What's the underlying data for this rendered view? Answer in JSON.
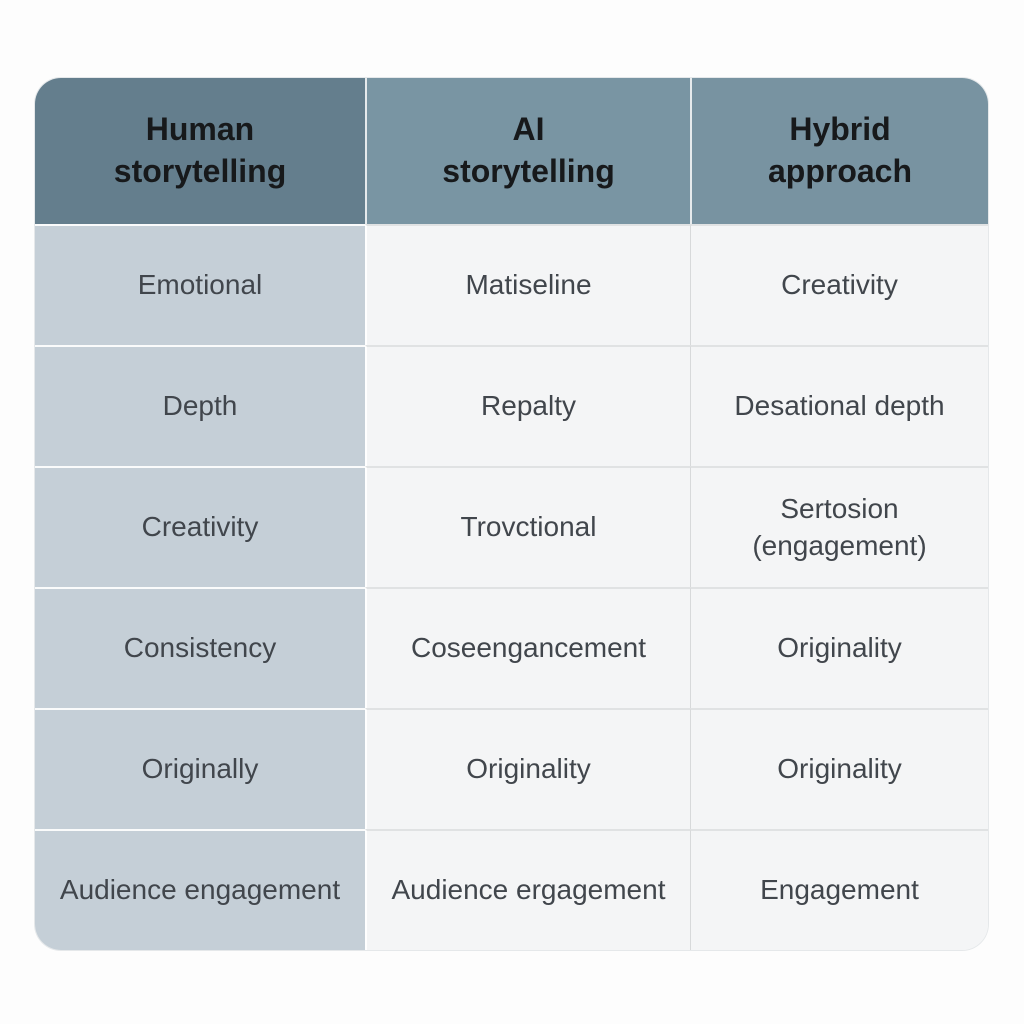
{
  "chart_data": {
    "type": "table",
    "title": "Human vs AI vs Hybrid storytelling comparison table",
    "columns": [
      "Human\nstorytelling",
      "AI\nstorytelling",
      "Hybrid\napproach"
    ],
    "rows": [
      [
        "Emotional",
        "Matiseline",
        "Creativity"
      ],
      [
        "Depth",
        "Repalty",
        "Desational depth"
      ],
      [
        "Creativity",
        "Trovctional",
        "Sertosion\n(engagement)"
      ],
      [
        "Consistency",
        "Coseengancement",
        "Originality"
      ],
      [
        "Originally",
        "Originality",
        "Originality"
      ],
      [
        "Audience engagement",
        "Audience ergagement",
        "Engagement"
      ]
    ],
    "colors": {
      "header_background_col1": "#647e8d",
      "header_background_col2": "#7995a3",
      "header_background_col3": "#7893a1",
      "body_col1_background": "#c5cfd7",
      "body_col2_col3_background": "#f4f5f6",
      "header_text": "#17191b",
      "body_text": "#41464c",
      "page_background": "#fdfdfd"
    },
    "layout": {
      "grid": "on",
      "rounded_corners": true,
      "columns_count": 3,
      "rows_count": 6
    }
  }
}
